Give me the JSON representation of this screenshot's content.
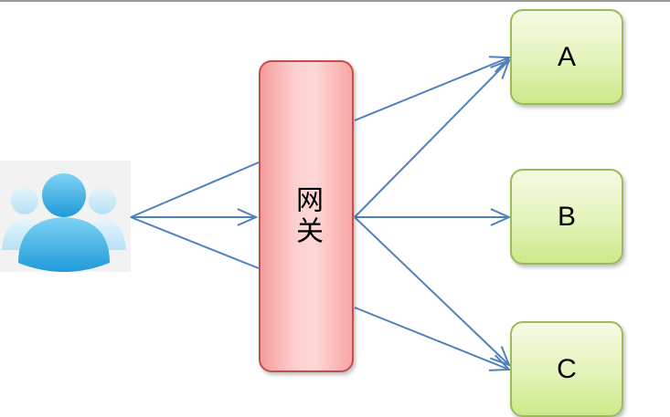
{
  "gateway": {
    "label": "网关"
  },
  "services": [
    {
      "label": "A"
    },
    {
      "label": "B"
    },
    {
      "label": "C"
    }
  ],
  "icons": {
    "users": "users-group-icon"
  },
  "colors": {
    "arrow": "#4f81bd",
    "gateway_border": "#c0504d",
    "service_border": "#9bbb59"
  }
}
